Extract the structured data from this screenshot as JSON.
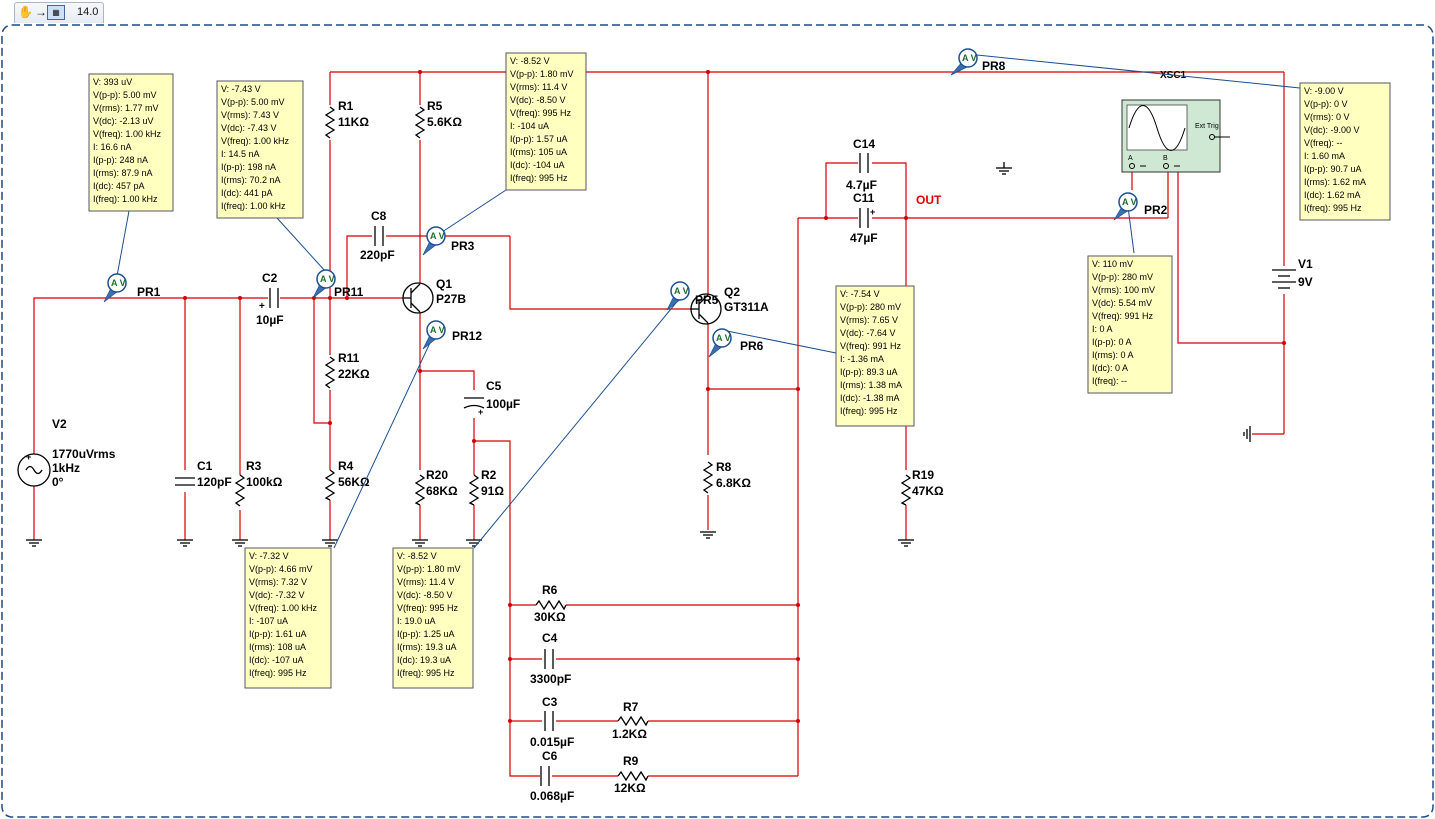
{
  "toolbar": {
    "hand_icon": "hand-icon",
    "arrow_icon": "arrow-right-icon",
    "sim_icon": "simulation-icon",
    "zoom": "14.0"
  },
  "circuit": {
    "out_label": "OUT",
    "scope_label": "XSC1",
    "scope_ext_trig": "Ext Trig",
    "scope_a": "A",
    "scope_b": "B",
    "components": {
      "V2": {
        "name": "V2",
        "v1": "1770uVrms",
        "v2": "1kHz",
        "v3": "0°"
      },
      "V1": {
        "name": "V1",
        "value": "9V"
      },
      "C1": {
        "name": "C1",
        "value": "120pF"
      },
      "R3": {
        "name": "R3",
        "value": "100kΩ"
      },
      "C2": {
        "name": "C2",
        "value": "10µF"
      },
      "R1": {
        "name": "R1",
        "value": "11KΩ"
      },
      "R11": {
        "name": "R11",
        "value": "22KΩ"
      },
      "R4": {
        "name": "R4",
        "value": "56KΩ"
      },
      "C8": {
        "name": "C8",
        "value": "220pF"
      },
      "R5": {
        "name": "R5",
        "value": "5.6KΩ"
      },
      "Q1": {
        "name": "Q1",
        "value": "P27B"
      },
      "C5": {
        "name": "C5",
        "value": "100µF"
      },
      "R20": {
        "name": "R20",
        "value": "68KΩ"
      },
      "R2": {
        "name": "R2",
        "value": "91Ω"
      },
      "Q2": {
        "name": "Q2",
        "value": "GT311A"
      },
      "R8": {
        "name": "R8",
        "value": "6.8KΩ"
      },
      "C14": {
        "name": "C14",
        "value": "4.7µF"
      },
      "C11": {
        "name": "C11",
        "value": "47µF"
      },
      "R19": {
        "name": "R19",
        "value": "47KΩ"
      },
      "R6": {
        "name": "R6",
        "value": "30KΩ"
      },
      "C4": {
        "name": "C4",
        "value": "3300pF"
      },
      "C3": {
        "name": "C3",
        "value": "0.015µF"
      },
      "R7": {
        "name": "R7",
        "value": "1.2KΩ"
      },
      "C6": {
        "name": "C6",
        "value": "0.068µF"
      },
      "R9": {
        "name": "R9",
        "value": "12KΩ"
      }
    },
    "probes": {
      "PR1": "PR1",
      "PR2": "PR2",
      "PR3": "PR3",
      "PR5": "PR5",
      "PR6": "PR6",
      "PR8": "PR8",
      "PR11": "PR11",
      "PR12": "PR12",
      "glyph": "A V"
    },
    "readouts": {
      "PR1": [
        "V: 393 uV",
        "V(p-p): 5.00 mV",
        "V(rms): 1.77 mV",
        "V(dc): -2.13 uV",
        "V(freq): 1.00 kHz",
        "I: 16.6 nA",
        "I(p-p): 248 nA",
        "I(rms): 87.9 nA",
        "I(dc): 457 pA",
        "I(freq): 1.00 kHz"
      ],
      "PR11": [
        "V: -7.43 V",
        "V(p-p): 5.00 mV",
        "V(rms): 7.43 V",
        "V(dc): -7.43 V",
        "V(freq): 1.00 kHz",
        "I: 14.5 nA",
        "I(p-p): 198 nA",
        "I(rms): 70.2 nA",
        "I(dc): 441 pA",
        "I(freq): 1.00 kHz"
      ],
      "PR3": [
        "V: -8.52 V",
        "V(p-p): 1.80 mV",
        "V(rms): 11.4 V",
        "V(dc): -8.50 V",
        "V(freq): 995 Hz",
        "I: -104 uA",
        "I(p-p): 1.57 uA",
        "I(rms): 105 uA",
        "I(dc): -104 uA",
        "I(freq): 995 Hz"
      ],
      "PR8": [
        "V: -9.00 V",
        "V(p-p): 0 V",
        "V(rms): 0 V",
        "V(dc): -9.00 V",
        "V(freq): --",
        "I: 1.60 mA",
        "I(p-p): 90.7 uA",
        "I(rms): 1.62 mA",
        "I(dc): 1.62 mA",
        "I(freq): 995 Hz"
      ],
      "PR2": [
        "V: 110 mV",
        "V(p-p): 280 mV",
        "V(rms): 100 mV",
        "V(dc): 5.54 mV",
        "V(freq): 991 Hz",
        "I: 0 A",
        "I(p-p): 0 A",
        "I(rms): 0 A",
        "I(dc): 0 A",
        "I(freq): --"
      ],
      "PR6": [
        "V: -7.54 V",
        "V(p-p): 280 mV",
        "V(rms): 7.65 V",
        "V(dc): -7.64 V",
        "V(freq): 991 Hz",
        "I: -1.36 mA",
        "I(p-p): 89.3 uA",
        "I(rms): 1.38 mA",
        "I(dc): -1.38 mA",
        "I(freq): 995 Hz"
      ],
      "PR12": [
        "V: -7.32 V",
        "V(p-p): 4.66 mV",
        "V(rms): 7.32 V",
        "V(dc): -7.32 V",
        "V(freq): 1.00 kHz",
        "I: -107 uA",
        "I(p-p): 1.61 uA",
        "I(rms): 108 uA",
        "I(dc): -107 uA",
        "I(freq): 995 Hz"
      ],
      "PR5": [
        "V: -8.52 V",
        "V(p-p): 1.80 mV",
        "V(rms): 11.4 V",
        "V(dc): -8.50 V",
        "V(freq): 995 Hz",
        "I: 19.0 uA",
        "I(p-p): 1.25 uA",
        "I(rms): 19.3 uA",
        "I(dc): 19.3 uA",
        "I(freq): 995 Hz"
      ]
    }
  }
}
